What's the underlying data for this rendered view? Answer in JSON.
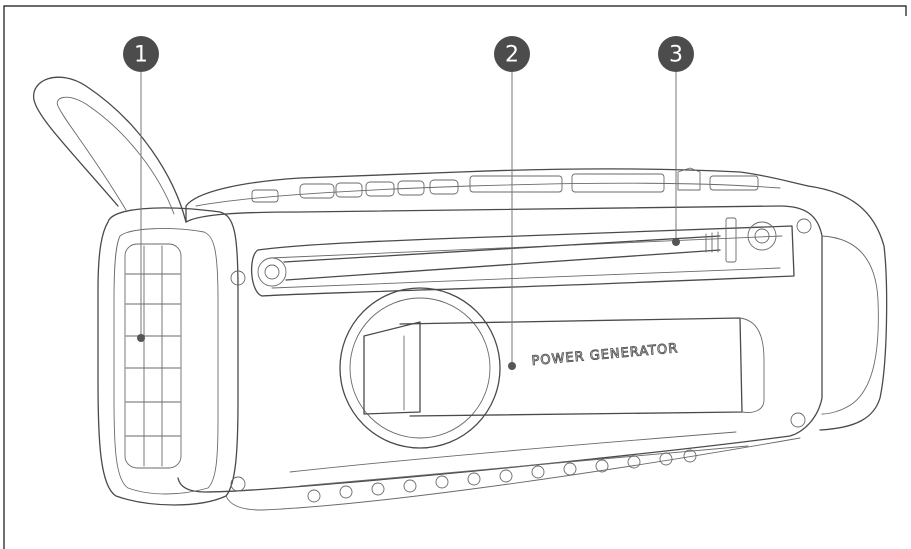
{
  "callouts": [
    {
      "number": "1"
    },
    {
      "number": "2"
    },
    {
      "number": "3"
    }
  ],
  "device": {
    "crank_label": "POWER GENERATOR"
  },
  "colors": {
    "badge": "#4c4c4c",
    "line": "#4a4a4a",
    "frame": "#111111"
  }
}
